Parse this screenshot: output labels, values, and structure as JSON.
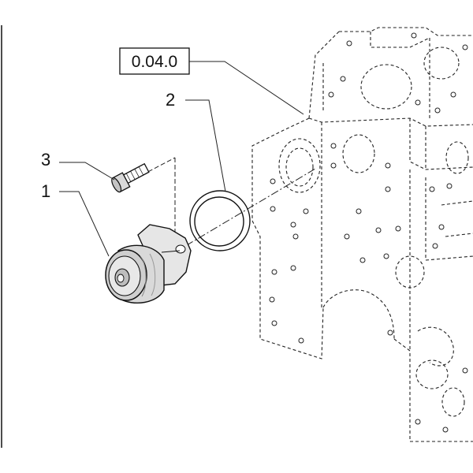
{
  "reference_box": {
    "label": "0.04.0"
  },
  "callouts": [
    {
      "id": "1",
      "label": "1"
    },
    {
      "id": "2",
      "label": "2"
    },
    {
      "id": "3",
      "label": "3"
    }
  ],
  "colors": {
    "line": "#111111",
    "background": "#ffffff",
    "shading": "#bdbdbd"
  }
}
